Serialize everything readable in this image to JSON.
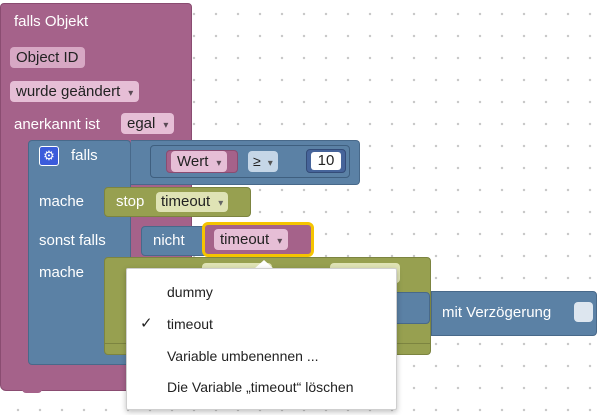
{
  "event": {
    "title": "falls Objekt",
    "object_id": "Object ID",
    "trigger": "wurde geändert",
    "ack_label": "anerkannt ist",
    "ack_value": "egal"
  },
  "if_block": {
    "if_label": "falls",
    "do_label": "mache",
    "elseif_label": "sonst falls",
    "do2_label": "mache"
  },
  "condition": {
    "variable": "Wert",
    "operator": "≥",
    "value": "10"
  },
  "stop": {
    "label": "stop",
    "timer": "timeout"
  },
  "not_block": {
    "label": "nicht",
    "variable": "timeout"
  },
  "exec_block": {
    "delay_text": "mit Verzögerung"
  },
  "menu": {
    "items": [
      {
        "label": "dummy",
        "checked": false
      },
      {
        "label": "timeout",
        "checked": true
      },
      {
        "label": "Variable umbenennen ...",
        "checked": false
      },
      {
        "label": "Die Variable „timeout“ löschen",
        "checked": false
      }
    ],
    "check_glyph": "✓"
  },
  "colors": {
    "event_block": "#a5628a",
    "logic_block": "#5b81a5",
    "timer_block": "#97a050",
    "selection_highlight": "#f5c400"
  }
}
